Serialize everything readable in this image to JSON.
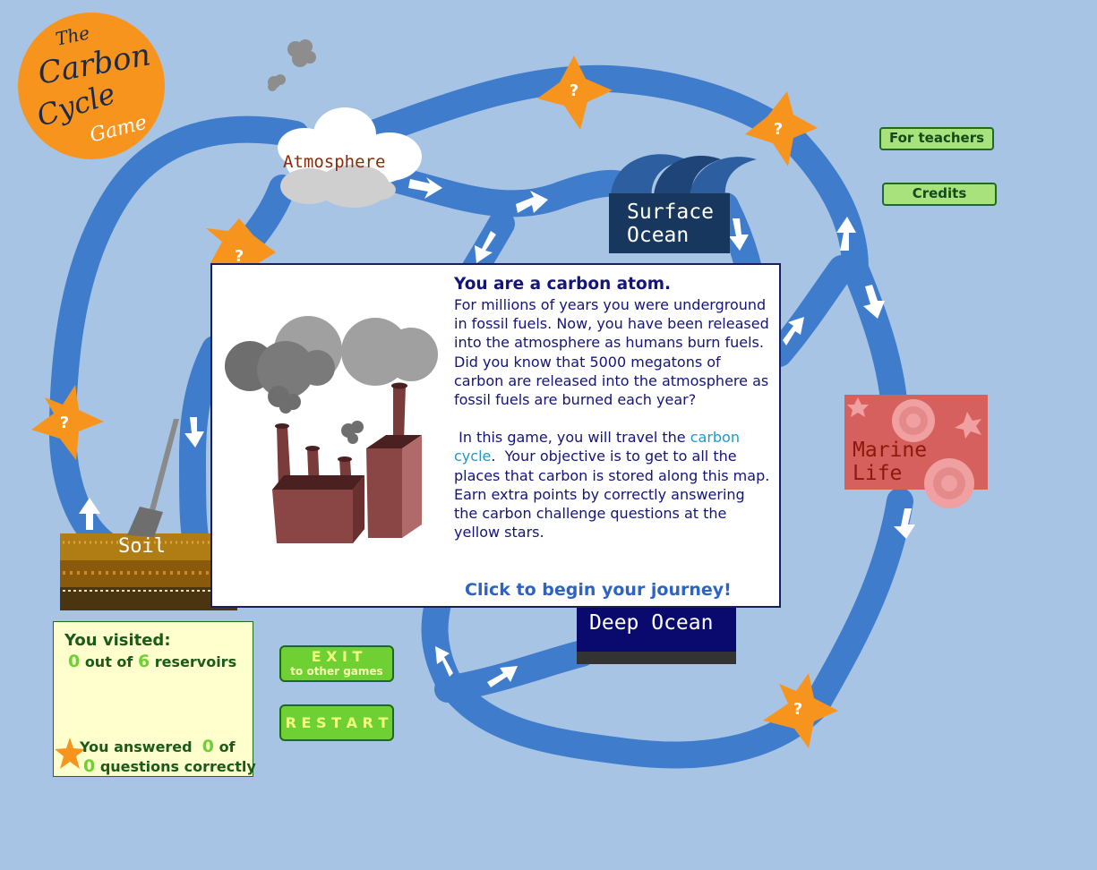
{
  "logo": {
    "line1": "The",
    "line2": "Carbon",
    "line3": "Cycle",
    "line4": "Game"
  },
  "reservoirs": {
    "atmosphere": "Atmosphere",
    "surface_ocean_1": "Surface",
    "surface_ocean_2": "Ocean",
    "marine_life_1": "Marine",
    "marine_life_2": "Life",
    "soil": "Soil",
    "deep_ocean": "Deep Ocean"
  },
  "stars": {
    "label": "?"
  },
  "side_buttons": {
    "teachers": "For teachers",
    "credits": "Credits"
  },
  "score": {
    "visited_title": "You visited:",
    "visited_count": "0",
    "visited_mid": "out of",
    "visited_total": "6",
    "visited_suffix": "reservoirs",
    "answered_prefix": "You answered",
    "answered_count": "0",
    "answered_of": "of",
    "questions_total": "0",
    "questions_suffix": "questions correctly"
  },
  "buttons": {
    "exit_main": "E X I T",
    "exit_sub": "to other games",
    "restart": "R E S T A R T"
  },
  "modal": {
    "title": "You are a carbon atom.",
    "paragraph1": "For millions of years you were underground in fossil fuels.  Now, you have been released into the atmosphere as humans burn fuels.  Did you know that 5000 megatons of carbon are released into the atmosphere as fossil fuels are burned each year?",
    "p2_before": " In this game, you will travel the ",
    "p2_link": "carbon cycle",
    "p2_after": ".  Your objective is to get to all the places that carbon is stored along this map. Earn extra points by correctly answering the carbon challenge questions at the yellow stars.",
    "begin": "Click to begin your journey!"
  },
  "colors": {
    "background": "#a8c4e4",
    "path": "#3f7ccc",
    "star": "#f7941d",
    "logo": "#f7941d"
  }
}
